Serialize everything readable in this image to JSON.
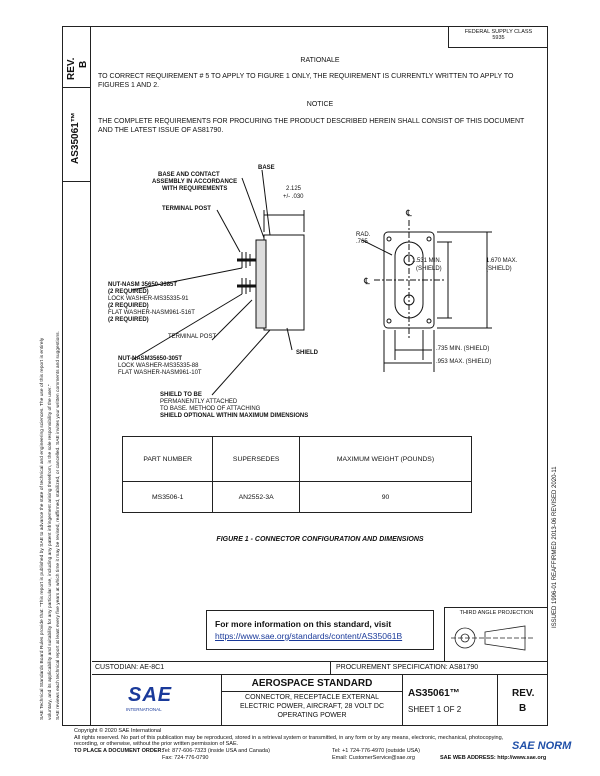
{
  "header": {
    "rev_label": "REV.",
    "rev_value": "B",
    "doc_number": "AS35061™",
    "distribution": "FEDERAL SUPPLY CLASS",
    "fsc": "5935"
  },
  "side_notice": {
    "line1": "SAE Technical Standards Board Rules provide that: \"This report is published by SAE to advance the state of technical and engineering sciences. The use of this report is entirely",
    "line2": "voluntary, and its applicability and suitability for any particular use, including any patent infringement arising therefrom, is the sole responsibility of the user.\"",
    "line3": "SAE reviews each technical report at least every five years at which time it may be revised, reaffirmed, stabilized, or cancelled. SAE invites your written comments and suggestions."
  },
  "history": "ISSUED 1996-01   REAFFIRMED 2013-06   REVISED 2020-11",
  "rationale": {
    "heading": "RATIONALE",
    "text": "TO CORRECT REQUIREMENT # 5 TO APPLY TO FIGURE 1 ONLY, THE REQUIREMENT IS CURRENTLY WRITTEN TO APPLY TO FIGURES 1 AND 2."
  },
  "notice": {
    "heading": "NOTICE",
    "text": "THE COMPLETE REQUIREMENTS FOR PROCURING THE PRODUCT DESCRIBED HEREIN SHALL CONSIST OF THIS DOCUMENT AND THE LATEST ISSUE OF AS81790."
  },
  "drawing": {
    "base": "BASE",
    "base_contact": [
      "BASE AND CONTACT",
      "ASSEMBLY IN ACCORDANCE",
      "WITH REQUIREMENTS"
    ],
    "dim_width": [
      "2.125",
      "+/- .030"
    ],
    "terminal_post_top": "TERMINAL POST",
    "nut_block": [
      "NUT-NASM 35650-3385T",
      "(2 REQUIRED)",
      "LOCK WASHER-MS35335-91",
      "(2 REQUIRED)",
      "FLAT WASHER-NASM961-516T",
      "(2 REQUIRED)"
    ],
    "terminal_post_bottom": "TERMINAL POST",
    "nut_block2": [
      "NUT-NASM35650-305T",
      "LOCK WASHER-MS35335-88",
      "FLAT WASHER-NASM961-10T"
    ],
    "shield": "SHIELD",
    "shield_note": [
      "SHIELD TO BE",
      "PERMANENTLY ATTACHED",
      "TO BASE.  METHOD OF ATTACHING",
      "SHIELD OPTIONAL WITHIN MAXIMUM DIMENSIONS"
    ],
    "rad": [
      "RAD.",
      ".765"
    ],
    "dim_1531": [
      "1.531 MIN.",
      "(SHIELD)"
    ],
    "dim_1670": [
      "1.670 MAX.",
      "(SHIELD)"
    ],
    "dim_735": ".735 MIN. (SHIELD)",
    "dim_953": ".953 MAX. (SHIELD)",
    "cl": "℄"
  },
  "parts_table": {
    "headers": [
      "PART NUMBER",
      "SUPERSEDES",
      "MAXIMUM WEIGHT (POUNDS)"
    ],
    "rows": [
      [
        "MS3506-1",
        "AN2552-3A",
        "90"
      ]
    ]
  },
  "figure_caption": "FIGURE 1 - CONNECTOR CONFIGURATION AND DIMENSIONS",
  "info_box": {
    "text": "For more information on this standard, visit",
    "link": "https://www.sae.org/standards/content/AS35061B"
  },
  "projection": "THIRD ANGLE PROJECTION",
  "title_block": {
    "custodian": "CUSTODIAN: AE-8C1",
    "procurement": "PROCUREMENT SPECIFICATION: AS81790",
    "logo": "SAE",
    "logo_sub": "INTERNATIONAL",
    "standard": "AEROSPACE STANDARD",
    "title_lines": [
      "CONNECTOR, RECEPTACLE EXTERNAL",
      "ELECTRIC POWER, AIRCRAFT, 28 VOLT DC",
      "OPERATING POWER"
    ],
    "doc": "AS35061™",
    "sheet": "SHEET 1 OF 2",
    "rev_label": "REV.",
    "rev": "B"
  },
  "footer": {
    "copyright": "Copyright © 2020 SAE International",
    "rights": "All rights reserved. No part of this publication may be reproduced, stored in a retrieval system or transmitted, in any form or by any means, electronic, mechanical, photocopying,",
    "rights2": "recording, or otherwise, without the prior written permission of SAE.",
    "order": "TO PLACE A DOCUMENT ORDER:",
    "tel1": "Tel: 877-606-7323 (inside USA and Canada)",
    "tel2": "Tel: +1 724-776-4970 (outside USA)",
    "fax": "Fax: 724-776-0790",
    "email": "Email: CustomerService@sae.org",
    "web": "SAE WEB ADDRESS: http://www.sae.org"
  },
  "watermark": "SAE NORM",
  "colors": {
    "link": "#1a3a9a",
    "watermark": "#1f4fa8"
  }
}
